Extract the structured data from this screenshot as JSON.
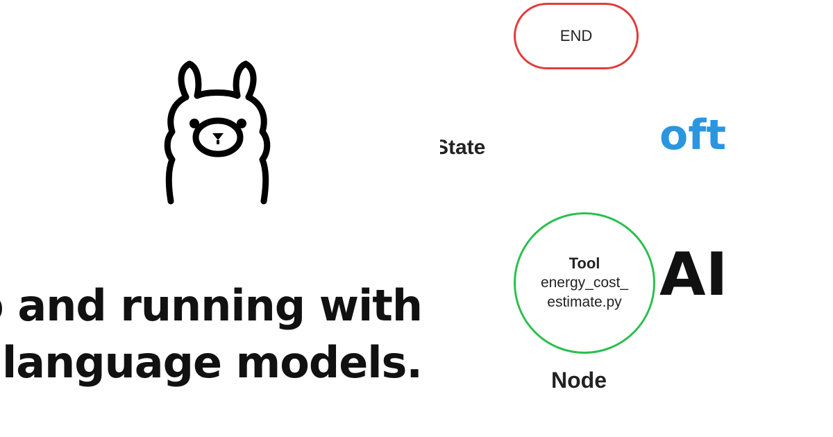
{
  "tagline": {
    "line1": "up and running with",
    "line2": "language models."
  },
  "graph": {
    "end_label": "END",
    "state_label": "State",
    "tool_title": "Tool",
    "tool_file_line1": "energy_cost_",
    "tool_file_line2": "estimate.py",
    "node_label": "Node"
  },
  "brand": {
    "partial_text": "oft",
    "ai_text": "AI"
  },
  "colors": {
    "end_border": "#e23b3b",
    "tool_border": "#2bbf4f",
    "brand_blue": "#2a96e0",
    "text": "#111111"
  },
  "icons": [
    "llama-logo-icon",
    "arrow-up-right-icon",
    "arrow-down-right-icon"
  ]
}
